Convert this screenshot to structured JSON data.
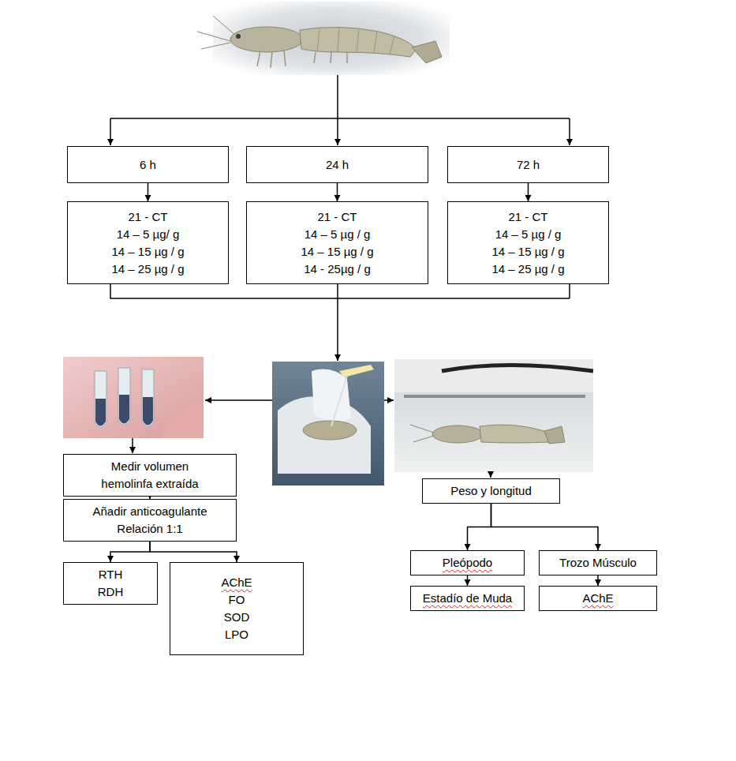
{
  "diagram": {
    "nodes": [
      {
        "text": [
          "6 h"
        ]
      },
      {
        "text": [
          "24 h"
        ]
      },
      {
        "text": [
          "72 h"
        ]
      },
      {
        "text": [
          "21 - CT",
          "14 – 5 µg/ g",
          "14 – 15 µg / g",
          "14 – 25 µg / g"
        ]
      },
      {
        "text": [
          "21 - CT",
          "14 – 5 µg / g",
          "14 – 15 µg / g",
          "14 - 25µg / g"
        ]
      },
      {
        "text": [
          "21 - CT",
          "14 – 5 µg / g",
          "14 – 15 µg / g",
          "14 – 25 µg / g"
        ]
      },
      {
        "text": [
          "Medir volumen hemolinfa extraída"
        ]
      },
      {
        "text": [
          "Añadir anticoagulante Relación 1:1"
        ]
      },
      {
        "text": [
          "RTH",
          "RDH"
        ]
      },
      {
        "text": [
          "AChE",
          "FO",
          "SOD",
          "LPO"
        ]
      },
      {
        "text": [
          "Peso y longitud"
        ]
      },
      {
        "text": [
          "Pleópodo"
        ]
      },
      {
        "text": [
          "Estadío de Muda"
        ]
      },
      {
        "text": [
          "Trozo Músculo"
        ]
      },
      {
        "text": [
          "AChE"
        ]
      }
    ],
    "edges": [
      {
        "from": 0,
        "to": 3,
        "arrow": "to"
      },
      {
        "from": 1,
        "to": 4,
        "arrow": "to"
      },
      {
        "from": 2,
        "to": 5,
        "arrow": "to"
      },
      {
        "from": 6,
        "to": 7,
        "arrow": "to"
      },
      {
        "from": 7,
        "to": 8,
        "arrow": "to"
      },
      {
        "from": 7,
        "to": 9,
        "arrow": "to"
      },
      {
        "from": 10,
        "to": 11,
        "arrow": "to"
      },
      {
        "from": 10,
        "to": 13,
        "arrow": "to"
      },
      {
        "from": 11,
        "to": 12,
        "arrow": "to"
      },
      {
        "from": 13,
        "to": 14,
        "arrow": "to"
      }
    ]
  }
}
